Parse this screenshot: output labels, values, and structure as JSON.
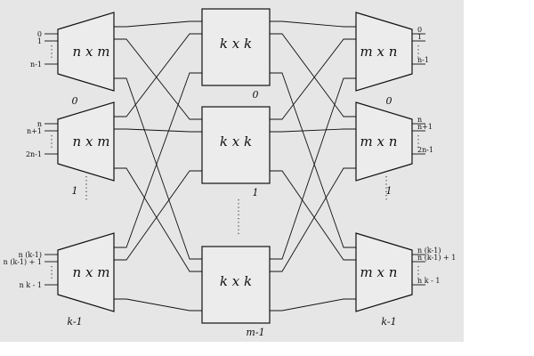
{
  "input_stage": {
    "label": "n x m",
    "indices": [
      "0",
      "1",
      "k-1"
    ],
    "ports": [
      [
        "0",
        "1",
        "n-1"
      ],
      [
        "n",
        "n+1",
        "2n-1"
      ],
      [
        "n (k-1)",
        "n (k-1) + 1",
        "n k - 1"
      ]
    ]
  },
  "middle_stage": {
    "label": "k x k",
    "indices": [
      "0",
      "1",
      "m-1"
    ]
  },
  "output_stage": {
    "label": "m x n",
    "indices": [
      "0",
      "1",
      "k-1"
    ],
    "ports": [
      [
        "0",
        "1",
        "n-1"
      ],
      [
        "n",
        "n+1",
        "2n-1"
      ],
      [
        "n (k-1)",
        "n (k-1) + 1",
        "n k - 1"
      ]
    ]
  },
  "colors": {
    "paper": "#e6e6e6",
    "ink": "#111111"
  }
}
